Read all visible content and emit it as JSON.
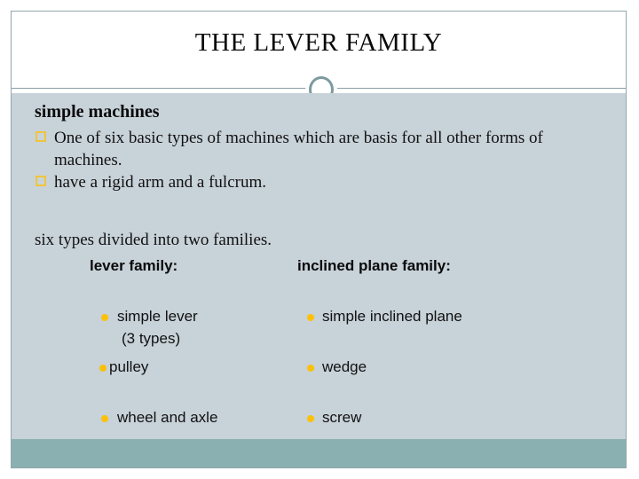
{
  "slide": {
    "title": "THE LEVER FAMILY",
    "ornament_icon": "ring-ornament-icon",
    "colors": {
      "body_band": "#c8d2d9",
      "footer_band": "#8bb0b2",
      "square_bullet": "#f0c53c",
      "round_bullet": "#fbc10a",
      "divider": "#8c9ea4",
      "slide_border": "#93a7ad"
    }
  },
  "body": {
    "heading": "simple machines",
    "square_bullets": [
      "One of six basic types of machines which are basis for all other forms of machines.",
      "have a rigid arm and a fulcrum."
    ],
    "lede": "six types divided into two families."
  },
  "families": {
    "left": {
      "header": "lever family:",
      "items": [
        {
          "label": "simple lever",
          "sub": "(3 types)"
        },
        {
          "label": "pulley",
          "sub": ""
        },
        {
          "label": "wheel and axle",
          "sub": ""
        }
      ]
    },
    "right": {
      "header": "inclined plane family:",
      "items": [
        {
          "label": "simple inclined plane",
          "sub": ""
        },
        {
          "label": "wedge",
          "sub": ""
        },
        {
          "label": "screw",
          "sub": ""
        }
      ]
    }
  }
}
